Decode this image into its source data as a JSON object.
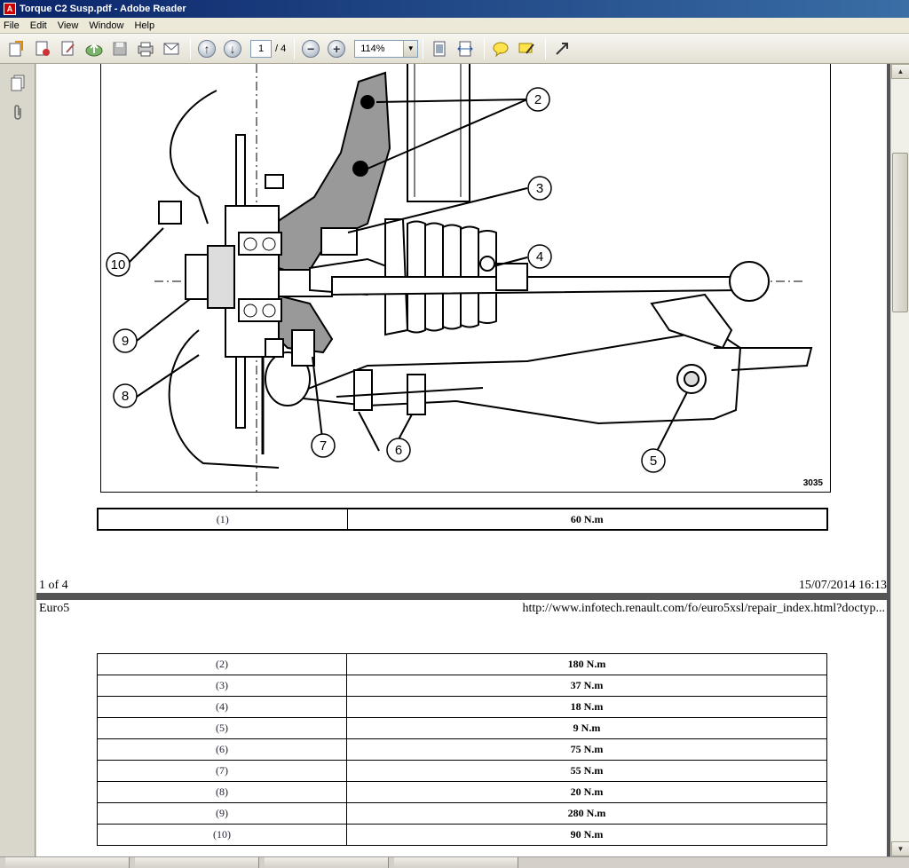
{
  "window": {
    "title": "Torque C2 Susp.pdf - Adobe Reader"
  },
  "menu": {
    "items": [
      {
        "id": "file",
        "label": "File"
      },
      {
        "id": "edit",
        "label": "Edit"
      },
      {
        "id": "view",
        "label": "View"
      },
      {
        "id": "window",
        "label": "Window"
      },
      {
        "id": "help",
        "label": "Help"
      }
    ]
  },
  "toolbar": {
    "current_page": "1",
    "page_total": "/ 4",
    "zoom": "114%"
  },
  "page1": {
    "figure_labels": [
      "2",
      "3",
      "4",
      "5",
      "6",
      "7",
      "8",
      "9",
      "10"
    ],
    "figure_id": "3035",
    "first_row": {
      "ref": "(1)",
      "value": "60 N.m"
    },
    "footer_left": "1 of 4",
    "footer_right": "15/07/2014 16:13"
  },
  "page2": {
    "header_left": "Euro5",
    "header_right": "http://www.infotech.renault.com/fo/euro5xsl/repair_index.html?doctyp...",
    "rows": [
      {
        "ref": "(2)",
        "value": "180 N.m"
      },
      {
        "ref": "(3)",
        "value": "37 N.m"
      },
      {
        "ref": "(4)",
        "value": "18 N.m"
      },
      {
        "ref": "(5)",
        "value": "9 N.m"
      },
      {
        "ref": "(6)",
        "value": "75 N.m"
      },
      {
        "ref": "(7)",
        "value": "55 N.m"
      },
      {
        "ref": "(8)",
        "value": "20 N.m"
      },
      {
        "ref": "(9)",
        "value": "280 N.m"
      },
      {
        "ref": "(10)",
        "value": "90 N.m"
      }
    ]
  }
}
